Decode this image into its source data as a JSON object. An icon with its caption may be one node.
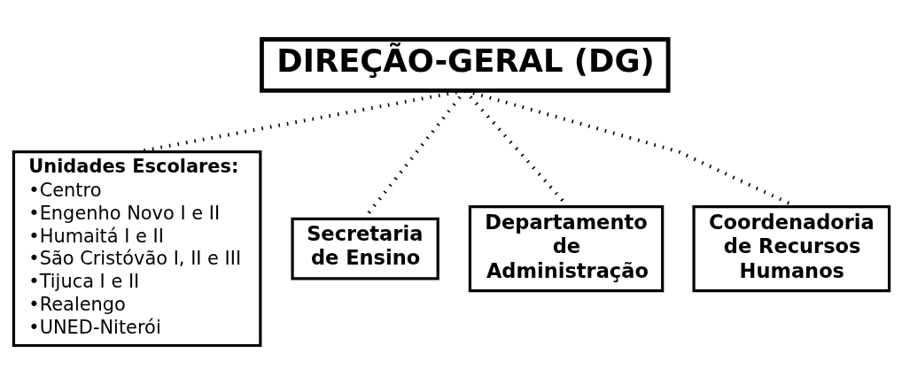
{
  "diagram": {
    "nodes": [
      {
        "text": [
          "DIREÇÃO-GERAL (DG)"
        ]
      },
      {
        "text": [
          "Unidades Escolares:",
          "•Centro",
          "•Engenho Novo I e II",
          "•Humaitá I e II",
          "•São Cristóvão I, II e III",
          "•Tijuca I e II",
          "•Realengo",
          "•UNED-Niterói"
        ]
      },
      {
        "text": [
          "Secretaria de Ensino"
        ]
      },
      {
        "text": [
          "Departamento de Administração"
        ]
      },
      {
        "text": [
          "Coordenadoria de Recursos Humanos"
        ]
      }
    ],
    "edges": [
      {
        "from": 0,
        "to": 1,
        "arrow": "none",
        "style": "dashed"
      },
      {
        "from": 0,
        "to": 2,
        "arrow": "none",
        "style": "dashed"
      },
      {
        "from": 0,
        "to": 3,
        "arrow": "none",
        "style": "dashed"
      },
      {
        "from": 0,
        "to": 4,
        "arrow": "none",
        "style": "dashed"
      }
    ]
  }
}
